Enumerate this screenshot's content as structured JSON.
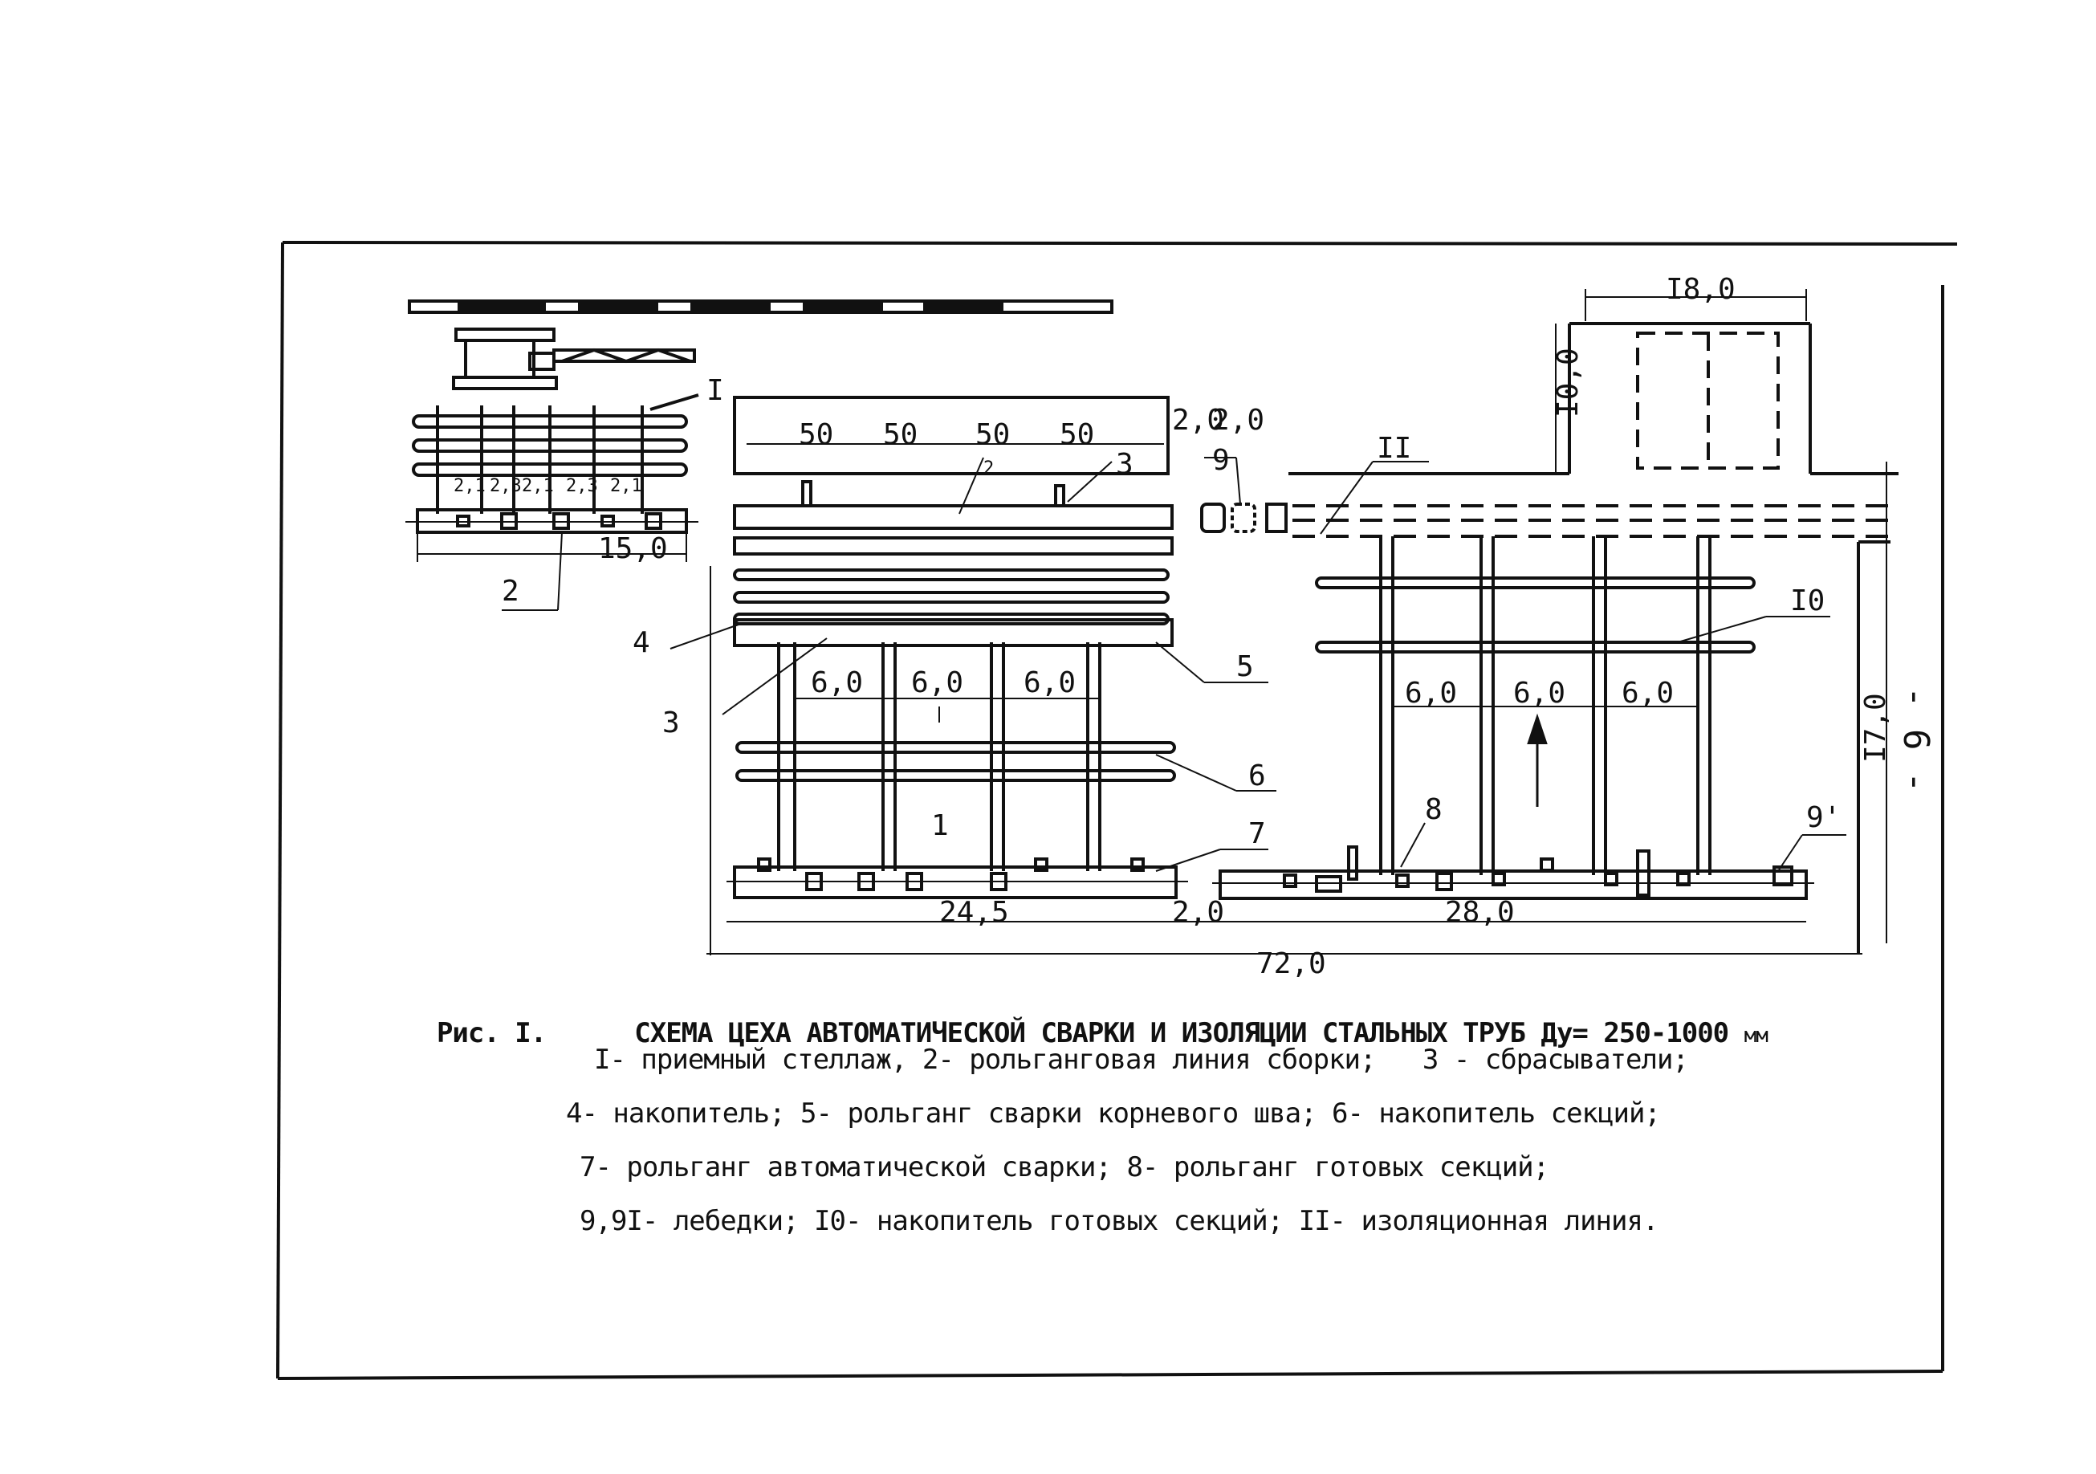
{
  "figure": {
    "label": "Рис. I.",
    "title": "СХЕМА ЦЕХА АВТОМАТИЧЕСКОЙ СВАРКИ И ИЗОЛЯЦИИ СТАЛЬНЫХ ТРУБ Ду= 250-1000",
    "unit": "мм"
  },
  "legend_lines": [
    "I- приемный стеллаж, 2- рольганговая линия сборки;   3 - сбрасыватели;",
    "4- накопитель; 5- рольганг сварки корневого шва; 6- накопитель секций;",
    "7- рольганг автоматической сварки; 8- рольганг готовых секций;",
    "9,9I- лебедки; I0- накопитель готовых секций; II- изоляционная линия."
  ],
  "page_number": "- 6 -",
  "diagram": {
    "callouts": {
      "c1": "I",
      "c2": "2",
      "c2b": "2",
      "c3": "3",
      "c3b": "3",
      "c4": "4",
      "c5": "5",
      "c6": "6",
      "c7": "7",
      "c8": "8",
      "c9": "9",
      "c9p": "9'",
      "c10": "I0",
      "c11": "II",
      "c1b": "1"
    },
    "dimensions": {
      "d50a": "50",
      "d50b": "50",
      "d50c": "50",
      "d50d": "50",
      "d20": "2,0",
      "d20b": "2,0",
      "d20c": "2,0",
      "d150": "15,0",
      "d180": "I8,0",
      "d100": "I0,0",
      "d170": "I7,0",
      "d60a": "6,0",
      "d60b": "6,0",
      "d60c": "6,0",
      "d60d": "6,0",
      "d60e": "6,0",
      "d60f": "6,0",
      "d245": "24,5",
      "d280": "28,0",
      "d720": "72,0",
      "rack": [
        "2,1",
        "2,3",
        "2,1",
        "2,3",
        "2,1"
      ]
    }
  }
}
